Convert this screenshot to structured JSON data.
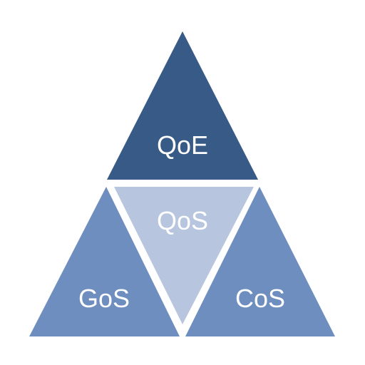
{
  "diagram": {
    "segments": {
      "top": {
        "label": "QoE",
        "color": "#375A87"
      },
      "center": {
        "label": "QoS",
        "color": "#B8C5DF"
      },
      "left": {
        "label": "GoS",
        "color": "#6F8EC0"
      },
      "right": {
        "label": "CoS",
        "color": "#6F8EC0"
      }
    },
    "separator_color": "#FFFFFF"
  }
}
